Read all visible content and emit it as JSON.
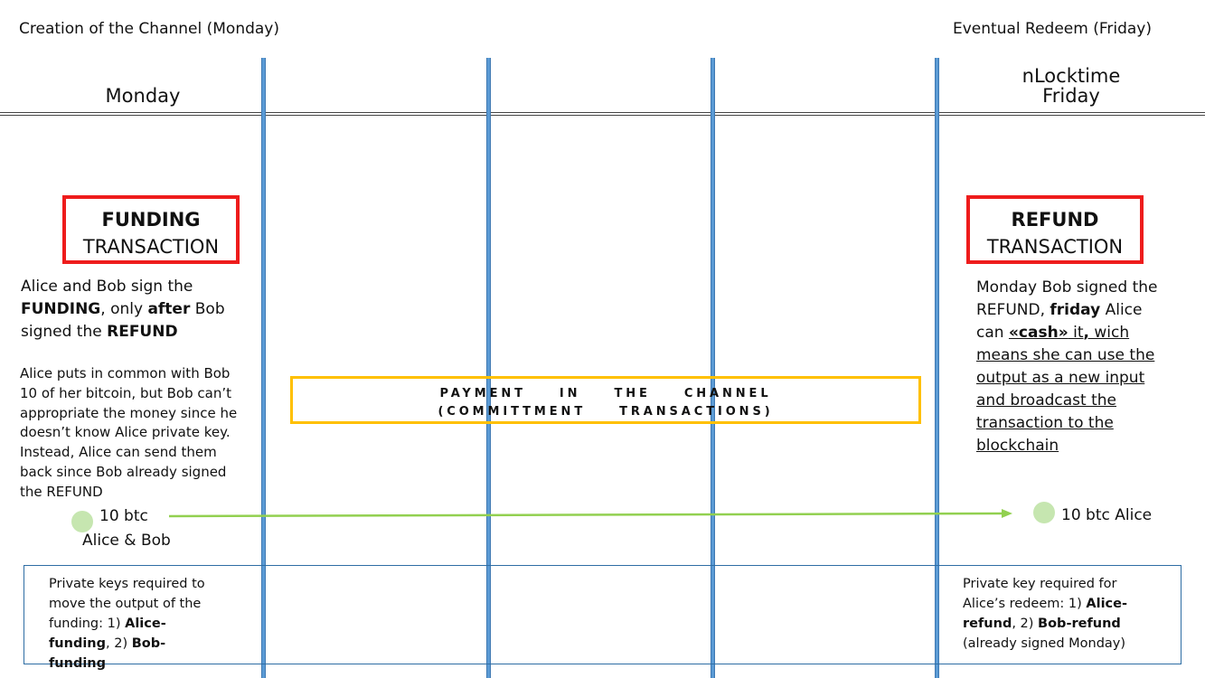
{
  "header": {
    "left_title": "Creation of the Channel (Monday)",
    "right_title": "Eventual Redeem (Friday)"
  },
  "timeline": {
    "left_day": "Monday",
    "right_day_line1": "nLocktime",
    "right_day_line2": "Friday"
  },
  "funding": {
    "box_line1": "FUNDING",
    "box_line2": "TRANSACTION",
    "sign_p1": "Alice and Bob sign the ",
    "sign_b1": "FUNDING",
    "sign_p2": ", only ",
    "sign_b2": "after",
    "sign_p3": " Bob signed the ",
    "sign_b3": "REFUND",
    "explanation": "Alice puts in common with Bob 10 of her bitcoin, but Bob can’t appropriate the money since he doesn’t know Alice private key. Instead, Alice can send them back since Bob already signed the REFUND",
    "output_amount": "10 btc",
    "output_owner": "Alice & Bob",
    "keys_p1": "Private keys required to move the output of the funding: 1) ",
    "keys_b1": "Alice-funding",
    "keys_p2": ", 2) ",
    "keys_b2": "Bob-funding"
  },
  "refund": {
    "box_line1": "REFUND",
    "box_line2": "TRANSACTION",
    "desc_p1": "Monday Bob signed the REFUND, ",
    "desc_b1": "friday",
    "desc_p2": " Alice can ",
    "desc_b2": "«cash»",
    "desc_p3": " it",
    "desc_b3": ",",
    "desc_u": " wich means she can use the output as a new input and broadcast the transaction to the blockchain",
    "output_label": "10 btc Alice",
    "keys_p1": "Private key required for Alice’s redeem: 1) ",
    "keys_b1": "Alice-refund",
    "keys_p2": ", 2) ",
    "keys_b2": "Bob-refund",
    "keys_p3": " (already signed Monday)"
  },
  "channel": {
    "line1": "PAYMENT IN THE CHANNEL",
    "line2": "(COMMITTMENT TRANSACTIONS)"
  },
  "colors": {
    "funding_box": "#ee1c1c",
    "channel_box": "#ffc000",
    "vertical_lines": "#5b9bd5",
    "arrow": "#92d050",
    "output_circle": "#c6e6b0",
    "keys_box": "#2e6da4"
  }
}
